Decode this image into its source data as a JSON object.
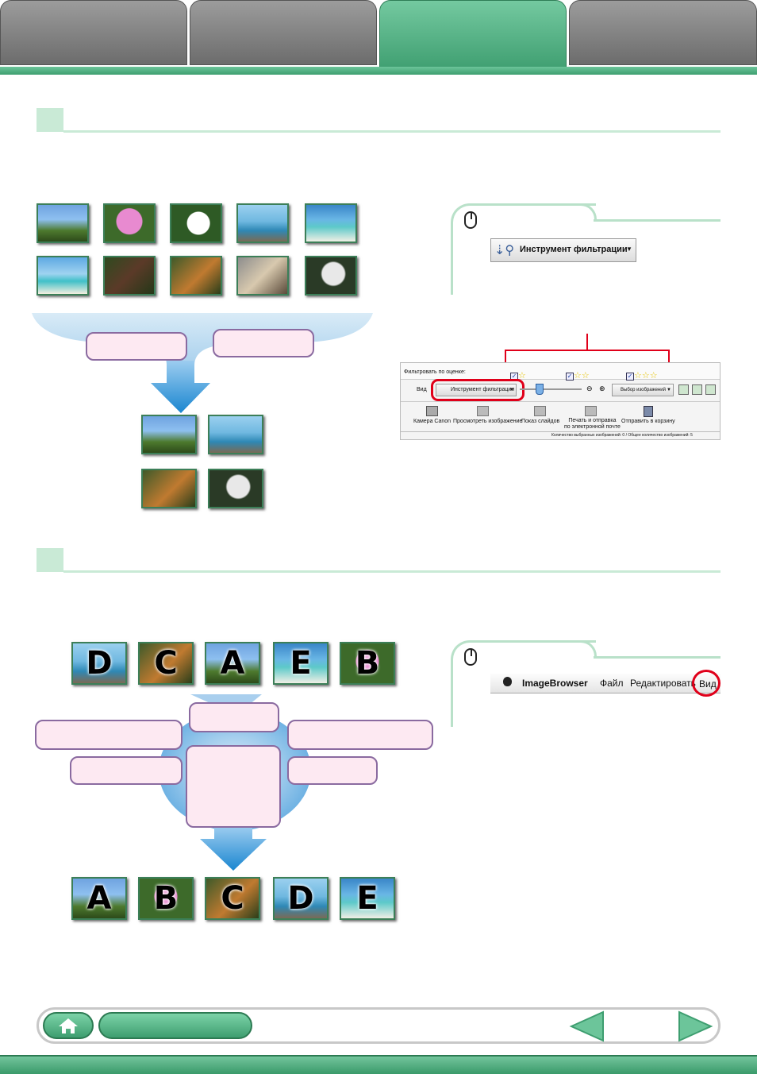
{
  "filter_tool": {
    "label": "Инструмент фильтрации",
    "arrow": "▼"
  },
  "toolbar": {
    "filter_label": "Фильтровать по оценке:",
    "view_label": "Вид",
    "dropdown_label": "Инструмент фильтрации",
    "select_label": "Выбор изображений",
    "buttons": [
      "Камера Canon",
      "Просмотреть изображение",
      "Показ слайдов",
      "Печать и отправка\nпо электронной почте",
      "Отправить в корзину"
    ],
    "status": "Количество выбранных изображений: 0 / Общее количество изображений: 5"
  },
  "mac_menu": {
    "apple": "",
    "items": [
      "ImageBrowser",
      "Файл",
      "Редактировать",
      "Вид"
    ]
  },
  "letters_before": [
    "D",
    "C",
    "A",
    "E",
    "B"
  ],
  "letters_after": [
    "A",
    "B",
    "C",
    "D",
    "E"
  ],
  "colors": {
    "accent_green": "#3e9e70",
    "light_green": "#c9ead6",
    "highlight_red": "#e0001a"
  }
}
